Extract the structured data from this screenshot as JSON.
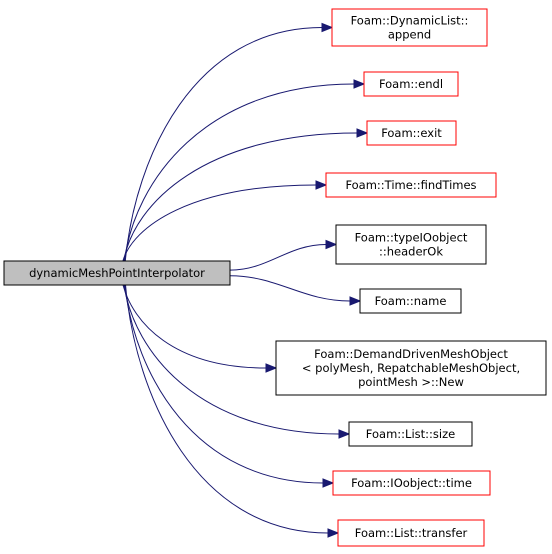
{
  "diagram": {
    "root": {
      "id": "root",
      "lines": [
        "dynamicMeshPointInterpolator"
      ]
    },
    "nodes": [
      {
        "id": "n_append",
        "lines": [
          "Foam::DynamicList::",
          "append"
        ],
        "border": "red"
      },
      {
        "id": "n_endl",
        "lines": [
          "Foam::endl"
        ],
        "border": "red"
      },
      {
        "id": "n_exit",
        "lines": [
          "Foam::exit"
        ],
        "border": "red"
      },
      {
        "id": "n_findtimes",
        "lines": [
          "Foam::Time::findTimes"
        ],
        "border": "red"
      },
      {
        "id": "n_headerok",
        "lines": [
          "Foam::typeIOobject",
          "::headerOk"
        ],
        "border": "black"
      },
      {
        "id": "n_name",
        "lines": [
          "Foam::name"
        ],
        "border": "black"
      },
      {
        "id": "n_new",
        "lines": [
          "Foam::DemandDrivenMeshObject",
          "< polyMesh, RepatchableMeshObject,",
          "pointMesh >::New"
        ],
        "border": "black"
      },
      {
        "id": "n_size",
        "lines": [
          "Foam::List::size"
        ],
        "border": "black"
      },
      {
        "id": "n_time",
        "lines": [
          "Foam::IOobject::time"
        ],
        "border": "red"
      },
      {
        "id": "n_transfer",
        "lines": [
          "Foam::List::transfer"
        ],
        "border": "red"
      }
    ],
    "edges": [
      {
        "from": "root",
        "to": "n_append"
      },
      {
        "from": "root",
        "to": "n_endl"
      },
      {
        "from": "root",
        "to": "n_exit"
      },
      {
        "from": "root",
        "to": "n_findtimes"
      },
      {
        "from": "root",
        "to": "n_headerok"
      },
      {
        "from": "root",
        "to": "n_name"
      },
      {
        "from": "root",
        "to": "n_new"
      },
      {
        "from": "root",
        "to": "n_size"
      },
      {
        "from": "root",
        "to": "n_time"
      },
      {
        "from": "root",
        "to": "n_transfer"
      }
    ],
    "colors": {
      "edge": "#191970",
      "red_border": "#ff0000",
      "black_border": "#000000",
      "root_fill": "#bfbfbf"
    }
  }
}
